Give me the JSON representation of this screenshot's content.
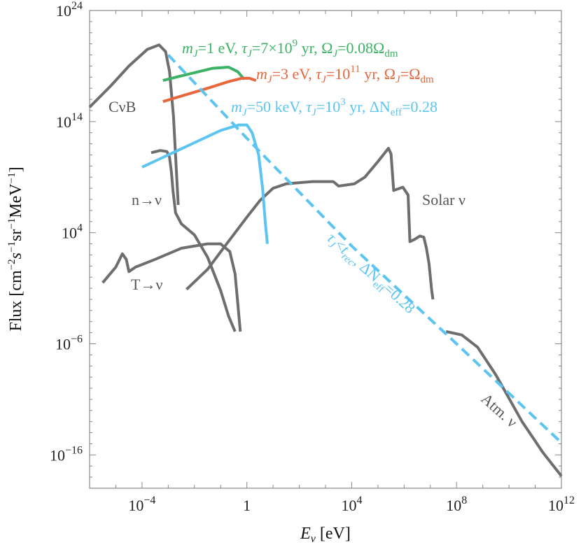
{
  "chart_data": {
    "type": "line",
    "title": "",
    "xlabel_parts": {
      "var": "E",
      "sub": "ν",
      "unit": " [eV]"
    },
    "ylabel_parts": {
      "pre": "Flux [cm",
      "e1": "−2",
      "s": "s",
      "e2": "−1",
      "sr": "sr",
      "e3": "−1",
      "mev": "MeV",
      "e4": "−1",
      "post": "]"
    },
    "xscale": "log",
    "yscale": "log",
    "xlim_log10": [
      -6,
      12
    ],
    "ylim_log10": [
      -19,
      24
    ],
    "x_ticks": [
      {
        "log": -4,
        "base": "10",
        "exp": "−4"
      },
      {
        "log": 0,
        "base": "1",
        "exp": ""
      },
      {
        "log": 4,
        "base": "10",
        "exp": "4"
      },
      {
        "log": 8,
        "base": "10",
        "exp": "8"
      },
      {
        "log": 12,
        "base": "10",
        "exp": "12"
      }
    ],
    "y_ticks": [
      {
        "log": 24,
        "base": "10",
        "exp": "24"
      },
      {
        "log": 14,
        "base": "10",
        "exp": "14"
      },
      {
        "log": 4,
        "base": "10",
        "exp": "4"
      },
      {
        "log": -6,
        "base": "10",
        "exp": "−6"
      },
      {
        "log": -16,
        "base": "10",
        "exp": "−16"
      }
    ],
    "grid": false,
    "colors": {
      "background": "#gray",
      "green": "#3cb264",
      "orange": "#e8663c",
      "blue": "#5bc4f0",
      "gray": "#6e6e6e"
    },
    "series": [
      {
        "name": "CνB",
        "color": "#6e6e6e",
        "style": "solid",
        "points": [
          [
            -6,
            15.3
          ],
          [
            -5.2,
            17.2
          ],
          [
            -4.5,
            19.0
          ],
          [
            -3.8,
            20.5
          ],
          [
            -3.35,
            20.9
          ],
          [
            -3.1,
            20.3
          ],
          [
            -2.95,
            18.5
          ],
          [
            -2.8,
            14.5
          ],
          [
            -2.7,
            10.0
          ],
          [
            -2.62,
            6.5
          ]
        ]
      },
      {
        "name": "n→ν",
        "color": "#6e6e6e",
        "style": "solid",
        "points": [
          [
            -3.65,
            11.2
          ],
          [
            -3.3,
            11.4
          ],
          [
            -3.05,
            11.3
          ],
          [
            -2.95,
            10.8
          ],
          [
            -2.88,
            9.5
          ],
          [
            -2.82,
            7.8
          ],
          [
            -2.72,
            5.8
          ],
          [
            -2.5,
            4.8
          ],
          [
            -2.0,
            3.8
          ],
          [
            -1.5,
            1.8
          ],
          [
            -1.0,
            -1.2
          ],
          [
            -0.7,
            -3.5
          ],
          [
            -0.45,
            -4.9
          ]
        ]
      },
      {
        "name": "T→ν",
        "color": "#6e6e6e",
        "style": "solid",
        "points": [
          [
            -5.5,
            -0.5
          ],
          [
            -5.0,
            0.9
          ],
          [
            -4.75,
            2.1
          ],
          [
            -4.6,
            1.6
          ],
          [
            -4.5,
            0.5
          ],
          [
            -4.25,
            0.9
          ],
          [
            -3.5,
            1.6
          ],
          [
            -2.5,
            2.6
          ],
          [
            -1.5,
            3.0
          ],
          [
            -1.0,
            3.0
          ],
          [
            -0.65,
            2.3
          ],
          [
            -0.45,
            0.3
          ],
          [
            -0.35,
            -2.3
          ],
          [
            -0.25,
            -4.9
          ]
        ]
      },
      {
        "name": "Solar ν",
        "color": "#6e6e6e",
        "style": "solid",
        "points": [
          [
            -2.3,
            -1.1
          ],
          [
            -1.5,
            0.7
          ],
          [
            -0.8,
            2.9
          ],
          [
            0,
            5.4
          ],
          [
            0.5,
            6.9
          ],
          [
            1.0,
            8.0
          ],
          [
            1.5,
            8.4
          ],
          [
            2.5,
            8.6
          ],
          [
            3.3,
            8.6
          ],
          [
            3.5,
            8.2
          ],
          [
            4.1,
            8.4
          ],
          [
            4.5,
            9.0
          ],
          [
            5.0,
            10.4
          ],
          [
            5.4,
            11.6
          ],
          [
            5.5,
            11.1
          ],
          [
            5.6,
            7.8
          ],
          [
            5.95,
            8.1
          ],
          [
            6.15,
            7.4
          ],
          [
            6.22,
            3.2
          ],
          [
            6.4,
            3.4
          ],
          [
            6.6,
            3.7
          ],
          [
            6.75,
            3.6
          ],
          [
            6.85,
            2.6
          ],
          [
            6.95,
            1.2
          ],
          [
            7.05,
            -1.2
          ],
          [
            7.1,
            -2.0
          ]
        ]
      },
      {
        "name": "Atm. ν",
        "color": "#6e6e6e",
        "style": "solid",
        "points": [
          [
            7.6,
            -4.9
          ],
          [
            8.2,
            -5.2
          ],
          [
            8.8,
            -6.3
          ],
          [
            9.5,
            -8.8
          ],
          [
            10.5,
            -13.0
          ],
          [
            11.3,
            -15.8
          ],
          [
            12.0,
            -17.9
          ]
        ]
      },
      {
        "name": "m_J=1 eV, τ_J=7×10^9 yr, Ω_J=0.08Ω_dm",
        "color": "#3cb264",
        "style": "solid",
        "points": [
          [
            -3.2,
            17.7
          ],
          [
            -2.7,
            18.0
          ],
          [
            -2.0,
            18.4
          ],
          [
            -1.3,
            18.8
          ],
          [
            -0.7,
            18.9
          ],
          [
            -0.35,
            18.5
          ],
          [
            -0.1,
            17.8
          ]
        ]
      },
      {
        "name": "m_J=3 eV, τ_J=10^11 yr, Ω_J=Ω_dm",
        "color": "#e8663c",
        "style": "solid",
        "points": [
          [
            -3.2,
            15.8
          ],
          [
            -2.5,
            16.3
          ],
          [
            -1.5,
            17.0
          ],
          [
            -0.7,
            17.6
          ],
          [
            -0.2,
            17.9
          ],
          [
            0.1,
            17.9
          ],
          [
            0.35,
            17.7
          ]
        ]
      },
      {
        "name": "m_J=50 keV, τ_J=10^3 yr, ΔN_eff=0.28",
        "color": "#5bc4f0",
        "style": "solid",
        "points": [
          [
            -4.0,
            9.9
          ],
          [
            -3.0,
            11.0
          ],
          [
            -2.0,
            12.1
          ],
          [
            -1.0,
            13.2
          ],
          [
            -0.3,
            13.7
          ],
          [
            0,
            13.7
          ],
          [
            0.2,
            13.0
          ],
          [
            0.45,
            11.0
          ],
          [
            0.6,
            8.0
          ],
          [
            0.7,
            5.0
          ],
          [
            0.78,
            3.0
          ]
        ]
      },
      {
        "name": "τ_J<t_rec, ΔN_eff=0.28",
        "color": "#5bc4f0",
        "style": "dashed",
        "points": [
          [
            -3.0,
            20.0
          ],
          [
            0,
            12.5
          ],
          [
            4,
            2.8
          ],
          [
            8,
            -6.0
          ],
          [
            12,
            -14.9
          ]
        ]
      }
    ],
    "annotations": {
      "ann_green": {
        "p1": "m",
        "p1sub": "J",
        "p2": "=1 eV, ",
        "p3": "τ",
        "p3sub": "J",
        "p4": "=7×10",
        "p4sup": "9",
        "p5": " yr, Ω",
        "p5sub": "J",
        "p6": "=0.08Ω",
        "p6sub": "dm"
      },
      "ann_orange": {
        "p1": "m",
        "p1sub": "J",
        "p2": "=3 eV, ",
        "p3": "τ",
        "p3sub": "J",
        "p4": "=10",
        "p4sup": "11",
        "p5": " yr, Ω",
        "p5sub": "J",
        "p6": "=Ω",
        "p6sub": "dm"
      },
      "ann_blue": {
        "p1": "m",
        "p1sub": "J",
        "p2": "=50 keV, ",
        "p3": "τ",
        "p3sub": "J",
        "p4": "=10",
        "p4sup": "3",
        "p5": " yr, ΔN",
        "p5sub": "eff",
        "p6": "=0.28"
      },
      "ann_dashed": {
        "p1": "τ",
        "p1sub": "J",
        "p2": "<",
        "p3": "t",
        "p3sub": "rec",
        "p4": ", ΔN",
        "p4sub": "eff",
        "p5": "=0.28"
      },
      "cnub": "CνB",
      "n_nu": "n→ν",
      "t_nu": "T→ν",
      "solar": "Solar ν",
      "atm": "Atm. ν"
    }
  }
}
